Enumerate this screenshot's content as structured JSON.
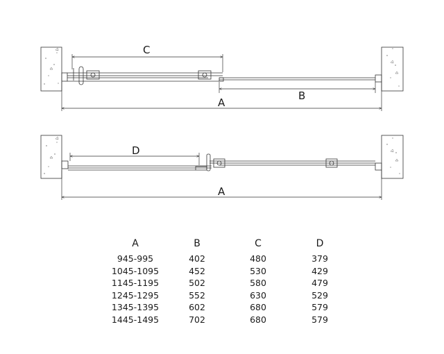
{
  "labels": {
    "top_c": "C",
    "top_b": "B",
    "top_a": "A",
    "bottom_d": "D",
    "bottom_a": "A"
  },
  "table": {
    "headers": [
      "A",
      "B",
      "C",
      "D"
    ],
    "rows": [
      [
        "945-995",
        "402",
        "480",
        "379"
      ],
      [
        "1045-1095",
        "452",
        "530",
        "429"
      ],
      [
        "1145-1195",
        "502",
        "580",
        "479"
      ],
      [
        "1245-1295",
        "552",
        "630",
        "529"
      ],
      [
        "1345-1395",
        "602",
        "680",
        "579"
      ],
      [
        "1445-1495",
        "702",
        "680",
        "579"
      ]
    ]
  },
  "colors": {
    "line": "#333333",
    "wall": "#ffffff"
  }
}
